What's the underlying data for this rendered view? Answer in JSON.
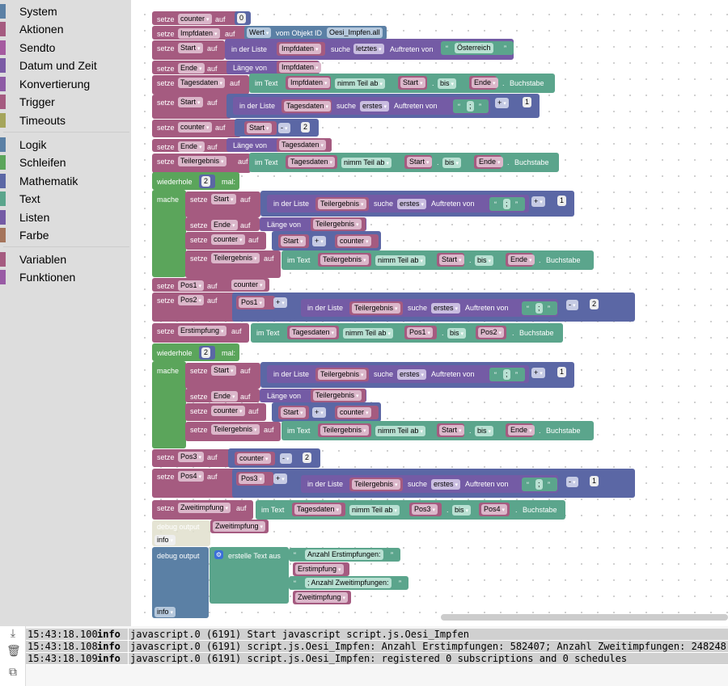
{
  "toolbox": {
    "categories": [
      {
        "label": "System",
        "color": "#5b80a5"
      },
      {
        "label": "Aktionen",
        "color": "#a55b80"
      },
      {
        "label": "Sendto",
        "color": "#a55ba0"
      },
      {
        "label": "Datum und Zeit",
        "color": "#7b5ba5"
      },
      {
        "label": "Konvertierung",
        "color": "#8e5ba5"
      },
      {
        "label": "Trigger",
        "color": "#a55b80"
      },
      {
        "label": "Timeouts",
        "color": "#a5a55b"
      },
      {
        "label": "Logik",
        "color": "#5b80a5"
      },
      {
        "label": "Schleifen",
        "color": "#5ba55b"
      },
      {
        "label": "Mathematik",
        "color": "#5b67a5"
      },
      {
        "label": "Text",
        "color": "#5ba58c"
      },
      {
        "label": "Listen",
        "color": "#745ba5"
      },
      {
        "label": "Farbe",
        "color": "#a5745b"
      },
      {
        "label": "Variablen",
        "color": "#a55b80"
      },
      {
        "label": "Funktionen",
        "color": "#995ba5"
      }
    ]
  },
  "kw": {
    "setze": "setze",
    "auf": "auf",
    "wert": "Wert",
    "vomObjekt": "vom Objekt ID",
    "inDerListe": "in der Liste",
    "suche": "suche",
    "letztes": "letztes",
    "erstes": "erstes",
    "auftretenVon": "Auftreten von",
    "laengeVon": "Länge von",
    "imText": "im Text",
    "nimmTeilAb": "nimm Teil ab",
    "bis": "bis",
    "buchstabe": "Buchstabe",
    "dot": ".",
    "plus": "+",
    "minus": "-",
    "wiederhole": "wiederhole",
    "mal": "mal:",
    "mache": "mache",
    "debugOutput": "debug output",
    "info": "info",
    "erstelleText": "erstelle Text aus",
    "oq": "“",
    "cq": "”",
    "semi": ";"
  },
  "vars": {
    "counter": "counter",
    "impfdaten": "Impfdaten",
    "start": "Start",
    "ende": "Ende",
    "tagesdaten": "Tagesdaten",
    "teilergebnis": "Teilergebnis",
    "pos1": "Pos1",
    "pos2": "Pos2",
    "pos3": "Pos3",
    "pos4": "Pos4",
    "erstimpfung": "Erstimpfung",
    "zweitimpfung": "Zweitimpfung"
  },
  "values": {
    "zero": "0",
    "objectId": "Oesi_Impfen.all",
    "oesterreich": "Österreich",
    "one": "1",
    "two": "2",
    "anzahlErst": "Anzahl Erstimpfungen:",
    "anzahlZweit": "; Anzahl Zweitimpfungen:"
  },
  "log": {
    "rows": [
      {
        "time": "15:43:18.100",
        "level": "info",
        "message": "javascript.0 (6191) Start javascript script.js.Oesi_Impfen"
      },
      {
        "time": "15:43:18.108",
        "level": "info",
        "message": "javascript.0 (6191) script.js.Oesi_Impfen: Anzahl Erstimpfungen: 582407; Anzahl Zweitimpfungen: 248248;"
      },
      {
        "time": "15:43:18.109",
        "level": "info",
        "message": "javascript.0 (6191) script.js.Oesi_Impfen: registered 0 subscriptions and 0 schedules"
      }
    ]
  }
}
